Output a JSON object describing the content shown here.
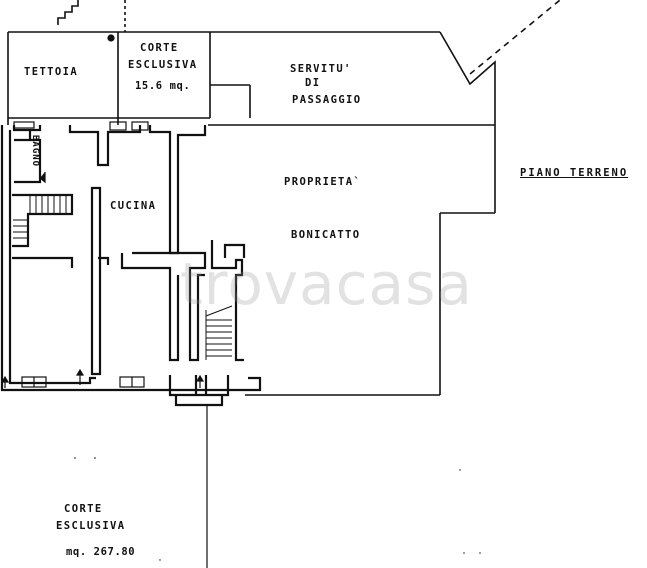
{
  "plan": {
    "floor_title": "PIANO  TERRENO",
    "rooms": {
      "tettoia": "TETTOIA",
      "corte_top_line1": "CORTE",
      "corte_top_line2": "ESCLUSIVA",
      "corte_top_area": "15.6 mq.",
      "servitu_line1": "SERVITU'",
      "servitu_line2": "DI",
      "servitu_line3": "PASSAGGIO",
      "bagno": "BAGNO",
      "cucina": "CUCINA",
      "proprieta_line1": "PROPRIETA`",
      "proprieta_line2": "BONICATTO",
      "corte_bottom_line1": "CORTE",
      "corte_bottom_line2": "ESCLUSIVA",
      "corte_bottom_area": "mq. 267.80"
    },
    "watermark": "trovacasa"
  }
}
